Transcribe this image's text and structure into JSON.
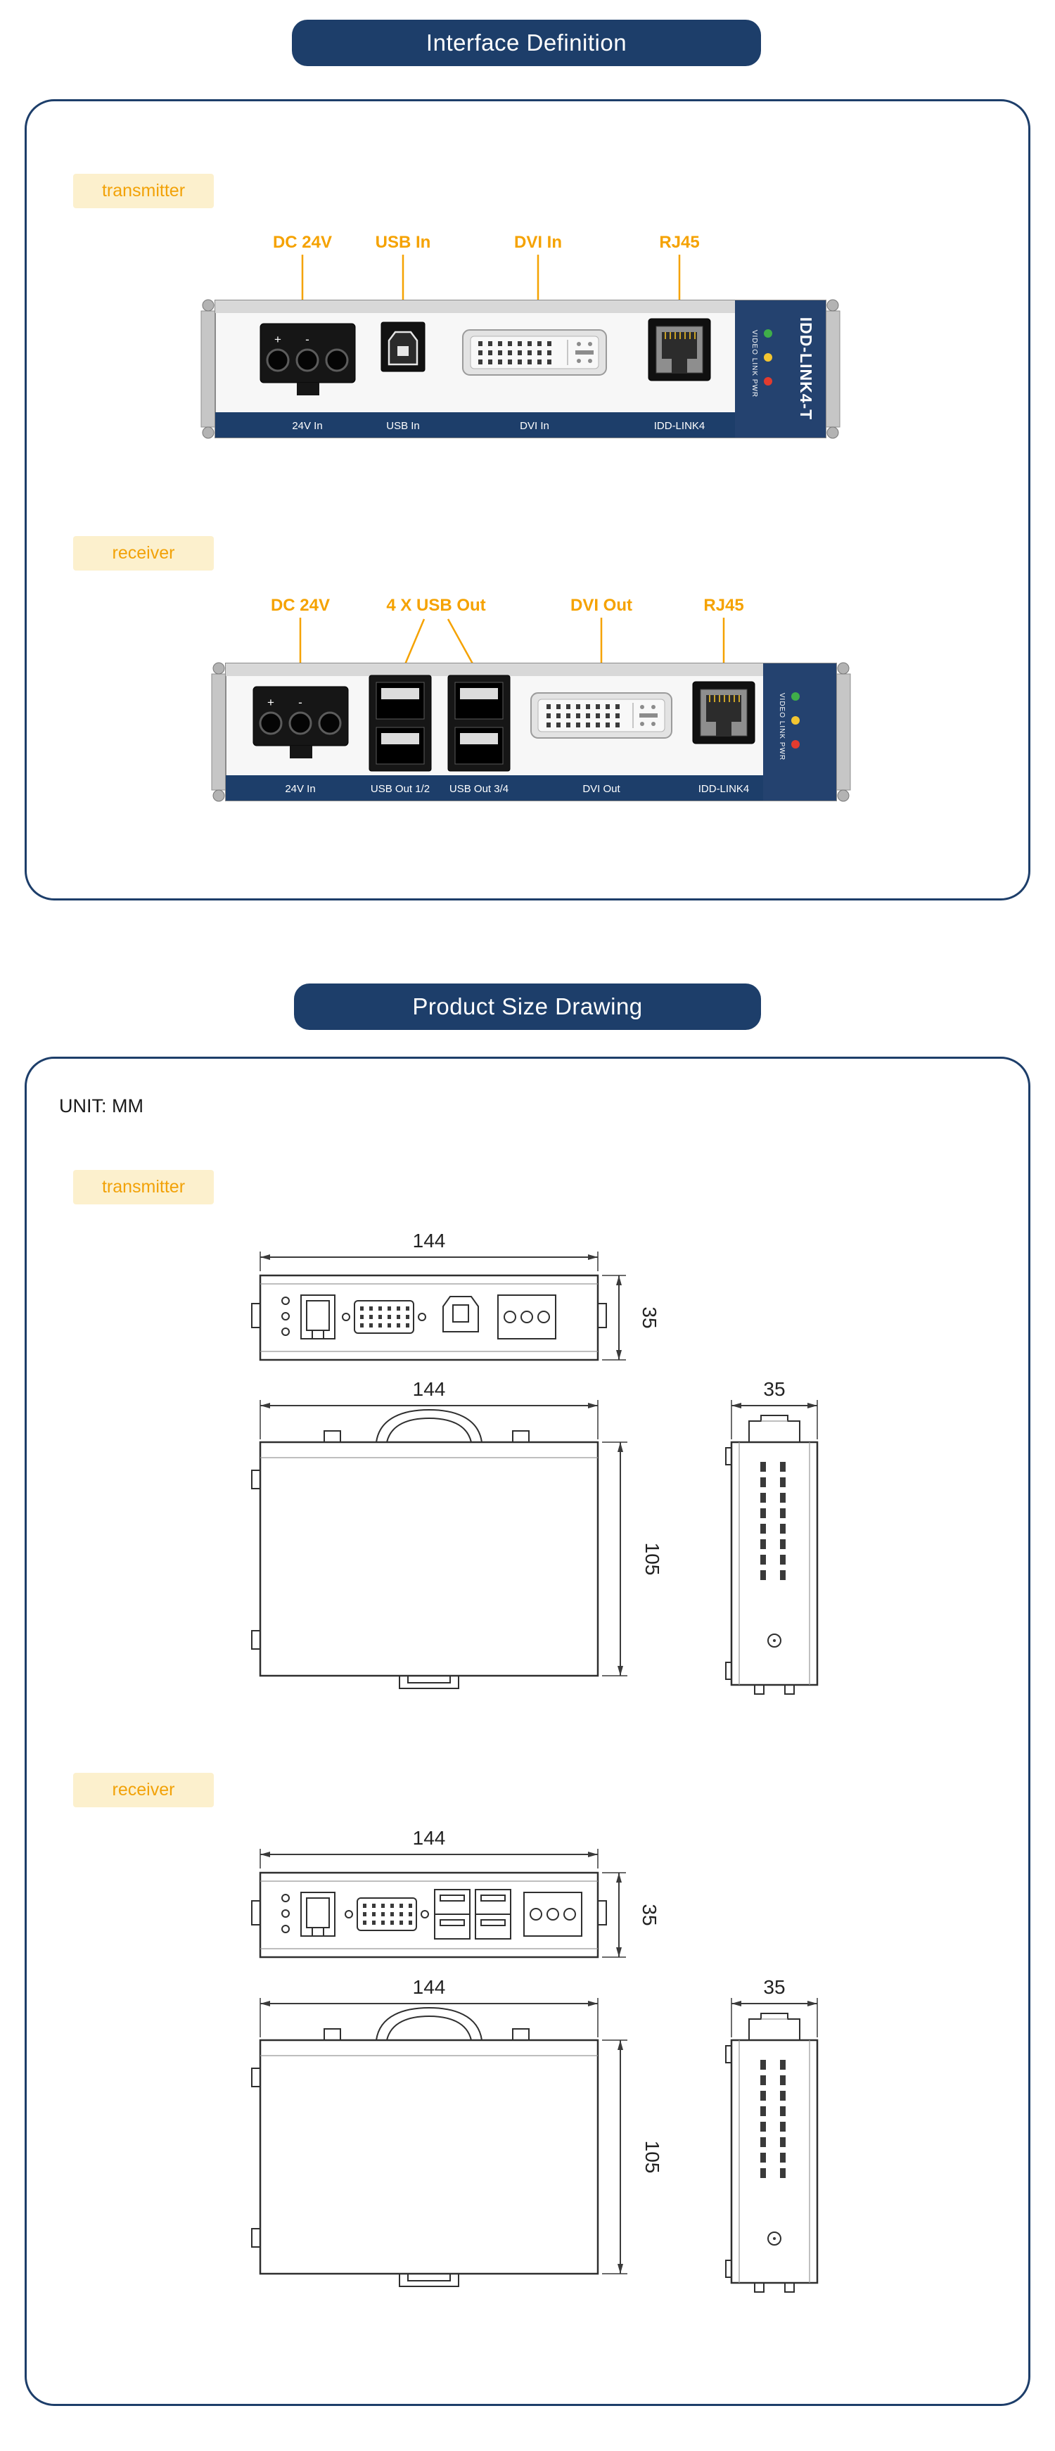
{
  "theme": {
    "navy": "#1d3e6a",
    "orange": "#f5a200",
    "cream": "#fcf0cd",
    "drawing_line": "#3a3a3a",
    "led_green": "#3fae49",
    "led_yellow": "#f2c531",
    "led_red": "#e23b2e"
  },
  "banners": {
    "interface": "Interface Definition",
    "size": "Product Size Drawing"
  },
  "interface": {
    "transmitter": {
      "tag": "transmitter",
      "callouts": [
        "DC 24V",
        "USB In",
        "DVI In",
        "RJ45"
      ],
      "ports": [
        "24V In",
        "USB In",
        "DVI In",
        "IDD-LINK4"
      ],
      "panel_label": "IDD-LINK4-T",
      "led_labels": "VIDEO LINK PWR",
      "polarity_plus": "+",
      "polarity_minus": "-"
    },
    "receiver": {
      "tag": "receiver",
      "callouts": [
        "DC 24V",
        "4 X USB Out",
        "DVI Out",
        "RJ45"
      ],
      "ports": [
        "24V In",
        "USB Out 1/2",
        "USB Out 3/4",
        "DVI Out",
        "IDD-LINK4"
      ],
      "led_labels": "VIDEO LINK PWR",
      "polarity_plus": "+",
      "polarity_minus": "-"
    }
  },
  "size": {
    "unit": "UNIT: MM",
    "transmitter": {
      "tag": "transmitter",
      "front": {
        "width": "144",
        "height": "35"
      },
      "top": {
        "width": "144",
        "depth": "105"
      },
      "side": {
        "width": "35"
      }
    },
    "receiver": {
      "tag": "receiver",
      "front": {
        "width": "144",
        "height": "35"
      },
      "top": {
        "width": "144",
        "depth": "105"
      },
      "side": {
        "width": "35"
      }
    }
  }
}
